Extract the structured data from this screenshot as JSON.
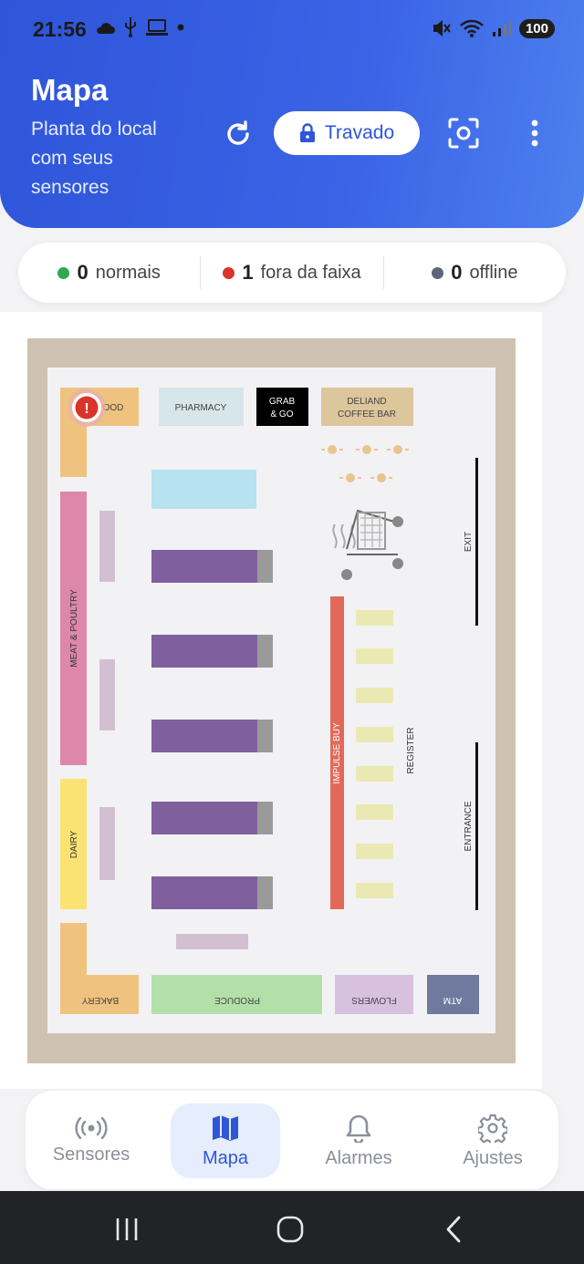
{
  "status_bar": {
    "time": "21:56",
    "battery": "100"
  },
  "header": {
    "title": "Mapa",
    "subtitle": "Planta do local com seus sensores",
    "lock_label": "Travado"
  },
  "summary": [
    {
      "count": "0",
      "label": "normais",
      "color": "#2fa84f"
    },
    {
      "count": "1",
      "label": "fora da faixa",
      "color": "#d8342c"
    },
    {
      "count": "0",
      "label": "offline",
      "color": "#5d6677"
    }
  ],
  "floorplan": {
    "labels": {
      "food": "OOD",
      "pharmacy": "PHARMACY",
      "grab_go_1": "GRAB",
      "grab_go_2": "& GO",
      "coffee_1": "DELIAND",
      "coffee_2": "COFFEE BAR",
      "meat": "MEAT & POULTRY",
      "dairy": "DAIRY",
      "bakery": "BAKERY",
      "produce": "PRODUCE",
      "flowers": "FLOWERS",
      "atm": "ATM",
      "impulse": "IMPULSE BUY",
      "register": "REGISTER",
      "exit": "EXIT",
      "entrance": "ENTRANCE"
    },
    "alert_marker": "!",
    "colors": {
      "wall": "#cfc2b3",
      "floor": "#f2f2f5",
      "food": "#efc37f",
      "pharmacy": "#d7e6ea",
      "grab_go": "#000000",
      "coffee": "#ddc59c",
      "meat": "#dd88ab",
      "dairy": "#fae373",
      "aisle": "#7f5f9e",
      "aisle_end": "#9a9a9a",
      "produce": "#b3e0a9",
      "flowers": "#d7c1df",
      "atm": "#6f7a9e",
      "impulse": "#e2695a",
      "register": "#ebe9b3",
      "alert": "#d8342c"
    }
  },
  "nav": {
    "items": [
      {
        "label": "Sensores",
        "icon": "sensor-icon"
      },
      {
        "label": "Mapa",
        "icon": "map-icon"
      },
      {
        "label": "Alarmes",
        "icon": "bell-icon"
      },
      {
        "label": "Ajustes",
        "icon": "gear-icon"
      }
    ],
    "active": "Mapa"
  },
  "colors": {
    "accent": "#2f55d9",
    "nav_active_bg": "#e6edfc",
    "nav_inactive": "#8a8f99"
  }
}
